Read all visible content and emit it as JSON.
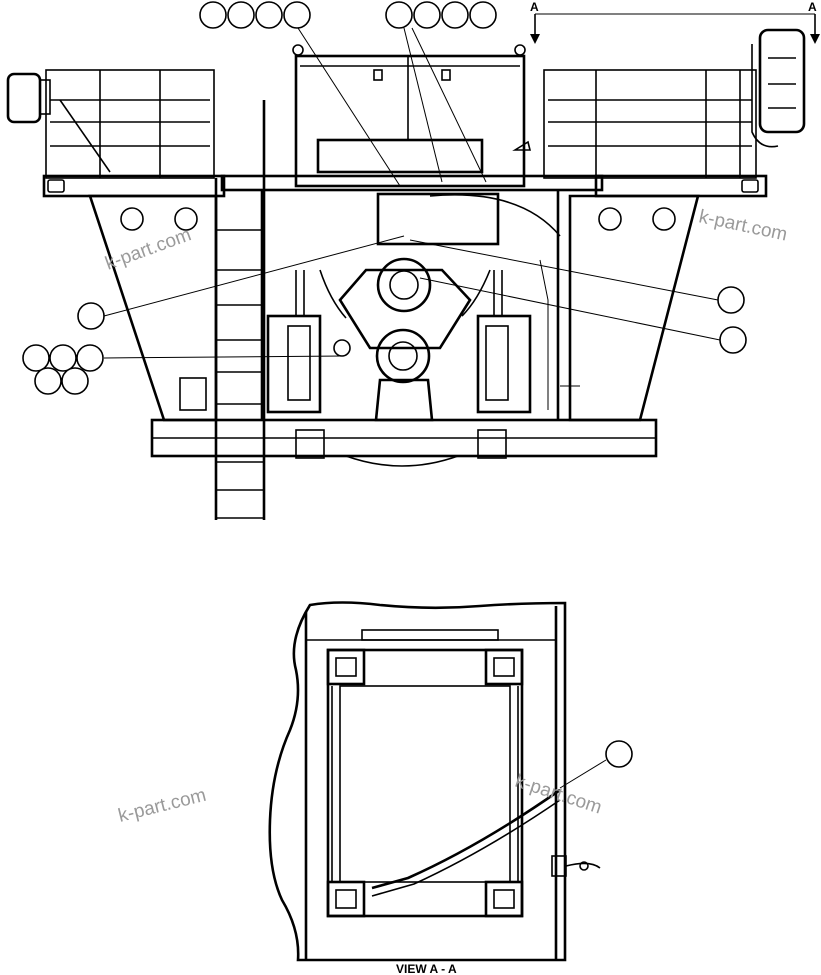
{
  "section_marker": {
    "left": "A",
    "right": "A"
  },
  "view_caption": "VIEW A - A",
  "watermark": "k-part.com",
  "callout_groups": [
    {
      "id": "top-left",
      "count": 4
    },
    {
      "id": "top-center",
      "count": 4
    },
    {
      "id": "left-mid",
      "count": 1
    },
    {
      "id": "left-group",
      "count": 5
    },
    {
      "id": "right-upper",
      "count": 1
    },
    {
      "id": "right-lower",
      "count": 1
    },
    {
      "id": "view-aa",
      "count": 1
    }
  ]
}
